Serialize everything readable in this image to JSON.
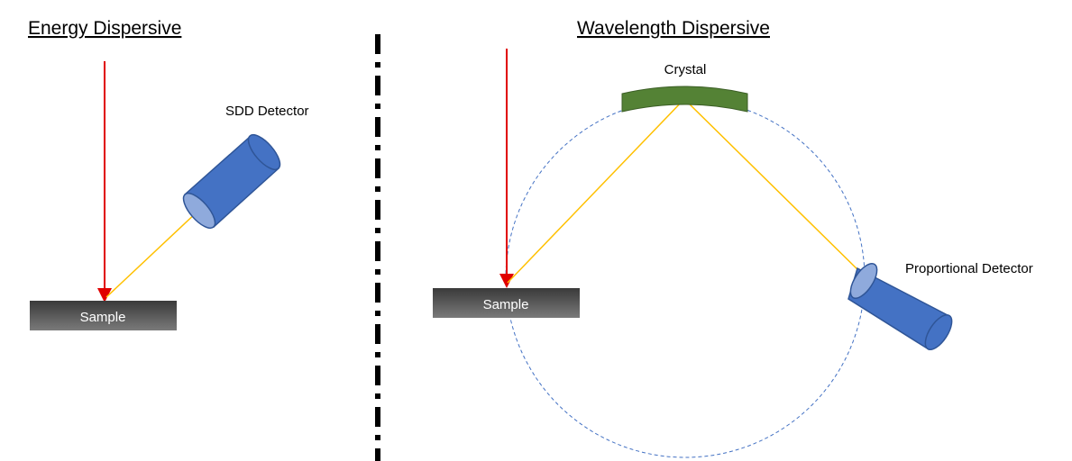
{
  "energy": {
    "title": "Energy Dispersive",
    "detector_label": "SDD Detector",
    "sample_label": "Sample"
  },
  "wavelength": {
    "title": "Wavelength Dispersive",
    "crystal_label": "Crystal",
    "detector_label": "Proportional Detector",
    "sample_label": "Sample"
  },
  "colors": {
    "beam": "#e00000",
    "xray": "#ffc000",
    "detector": "#4472c4",
    "crystal": "#548235",
    "sample_dark": "#3a3a3a",
    "sample_light": "#7a7a7a",
    "divider": "#000000",
    "rowland_circle": "#4472c4"
  }
}
